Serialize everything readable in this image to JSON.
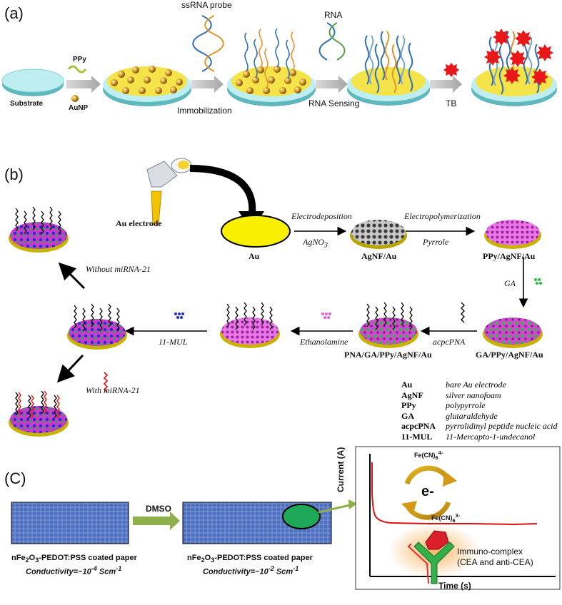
{
  "panels": {
    "a": {
      "label": "(a)",
      "substrate": "Substrate",
      "ppy": "PPy",
      "aunp": "AuNP",
      "ssrna_probe": "ssRNA probe",
      "immobilization": "Immobilization",
      "rna": "RNA",
      "rna_sensing": "RNA Sensing",
      "tb": "TB"
    },
    "b": {
      "label": "(b)",
      "au_electrode": "Au electrode",
      "electrodeposition": "Electrodeposition",
      "agno3": "AgNO",
      "agno3_sub": "3",
      "electropolymerization": "Electropolymerization",
      "pyrrole": "Pyrrole",
      "au": "Au",
      "agnf_au": "AgNF/Au",
      "ppy_agnf_au": "PPy/AgNF/Au",
      "ga": "GA",
      "ga_ppy": "GA/PPy/AgNF/Au",
      "acpcpna": "acpcPNA",
      "pna_ga": "PNA/GA/PPy/AgNF/Au",
      "ethanolamine": "Ethanolamine",
      "mul": "11-MUL",
      "without": "Without miRNA-21",
      "with": "With miRNA-21",
      "legend": [
        {
          "abbr": "Au",
          "desc": "bare Au electrode"
        },
        {
          "abbr": "AgNF",
          "desc": "silver nanofoam"
        },
        {
          "abbr": "PPy",
          "desc": "polypyrrole"
        },
        {
          "abbr": "GA",
          "desc": "glutaraldehyde"
        },
        {
          "abbr": "acpcPNA",
          "desc": "pyrrolidinyl peptide nucleic acid"
        },
        {
          "abbr": "11-MUL",
          "desc": "11-Mercapto-1-undecanol"
        }
      ]
    },
    "c": {
      "label": "(C)",
      "dmso": "DMSO",
      "paper1_pre": "nFe",
      "paper1_sub": "2",
      "paper1_mid": "O",
      "paper1_sub2": "3",
      "paper1_post": "-PEDOT:PSS coated paper",
      "cond1_pre": "Conductivity=~10",
      "cond1_sup": "-4",
      "cond1_post": " Scm",
      "cond1_sup2": "-1",
      "cond2_sup": "-2",
      "fe_top": "Fe(CN)",
      "fe_top_sub": "6",
      "fe_top_sup": "4-",
      "fe_bot": "Fe(CN)",
      "fe_bot_sub": "6",
      "fe_bot_sup": "3-",
      "electron": "e-",
      "ylabel": "Current (A)",
      "xlabel": "Time (s)",
      "immuno1": "Immuno-complex",
      "immuno2": "(CEA and anti-CEA)"
    }
  },
  "colors": {
    "disk_yellow": "#f4e44a",
    "disk_rim": "#7fd3d6",
    "gold_np": "#c9961e",
    "arrow_gray": "#b9b9b9",
    "paper_blue": "#4d6fc0",
    "green_arrow": "#8db04a",
    "curve_red": "#e01010",
    "tb_red": "#e81818",
    "ppy_pink": "#d23cd2",
    "agnf_gray": "#8a8a8a"
  }
}
